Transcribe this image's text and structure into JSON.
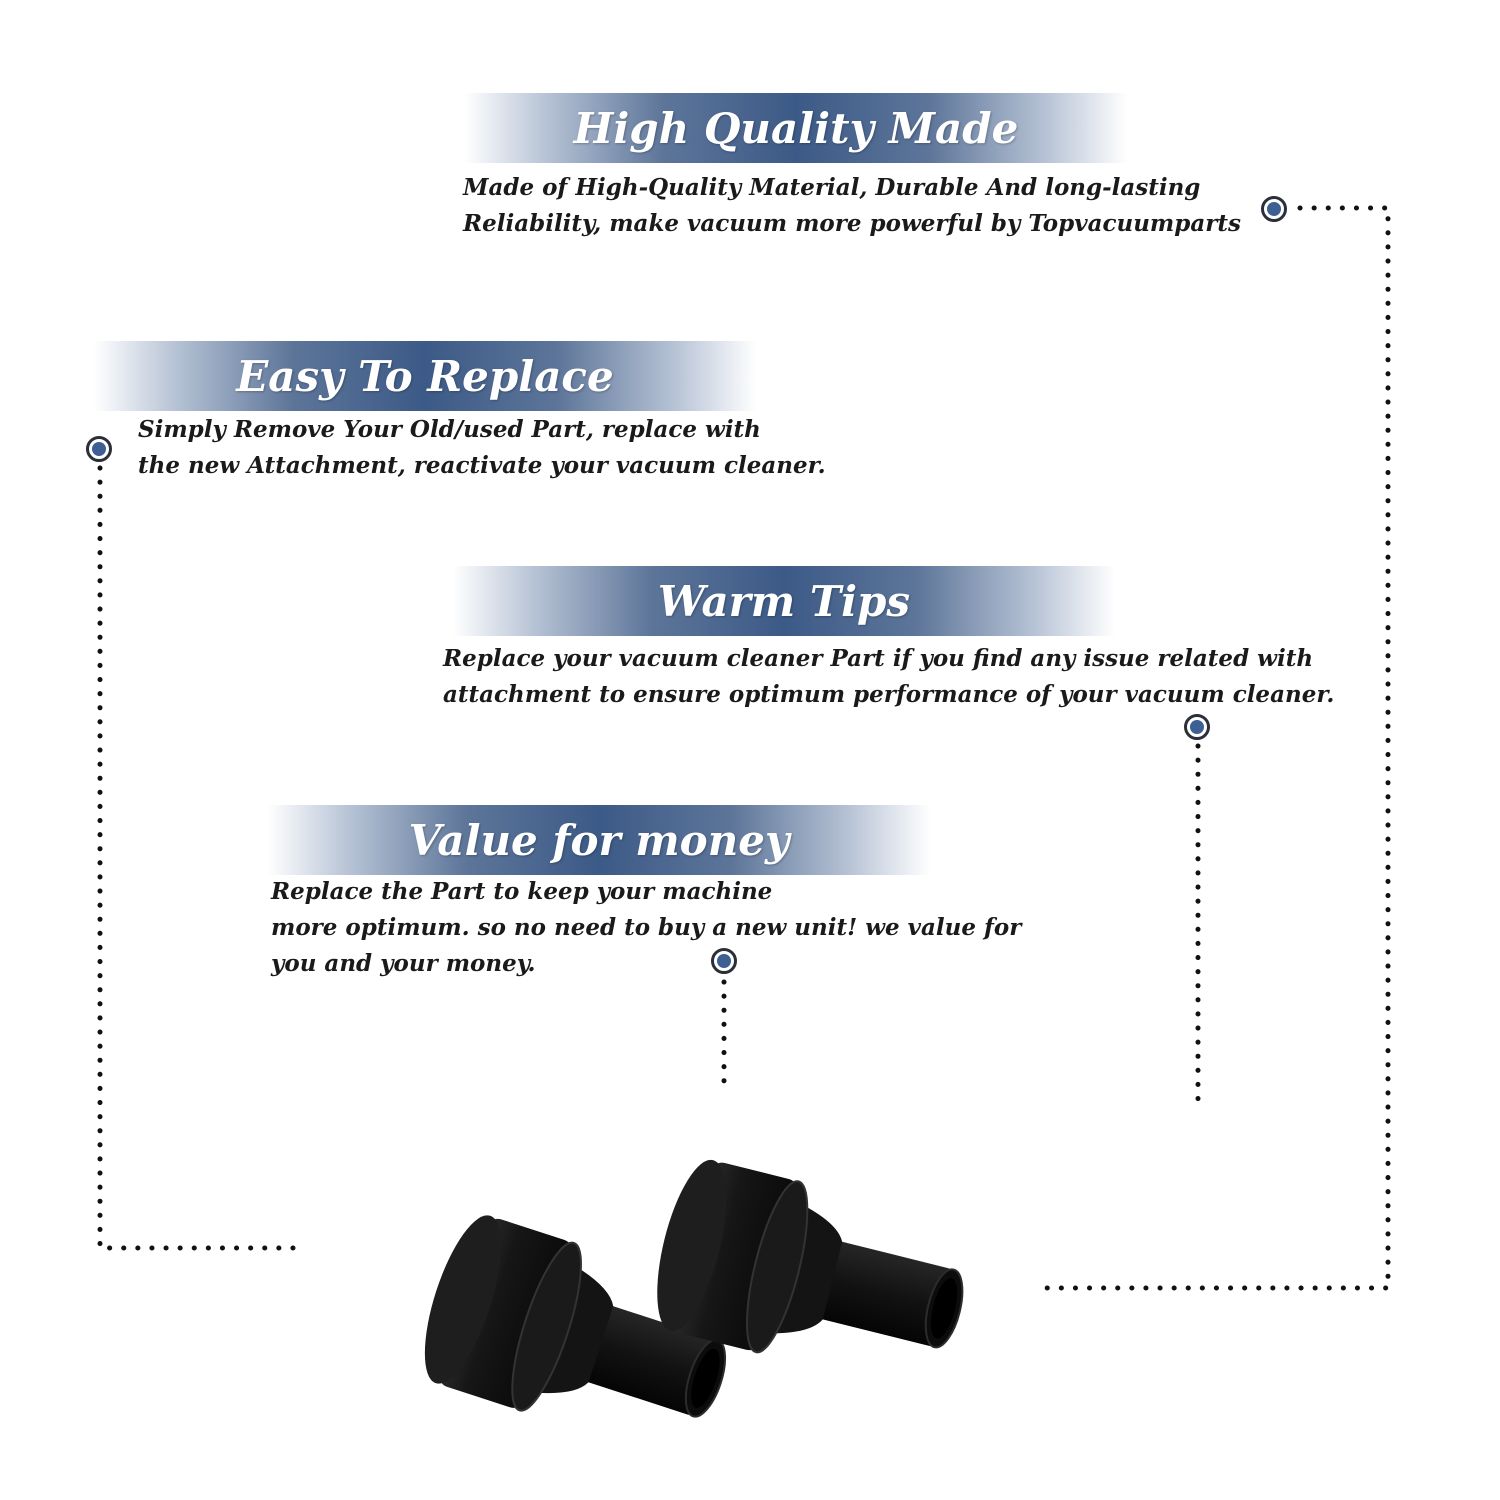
{
  "sections": {
    "quality": {
      "title": "High Quality Made",
      "lines": [
        "Made of  High-Quality Material, Durable And long-lasting",
        "Reliability, make vacuum more powerful by Topvacuumparts"
      ]
    },
    "replace": {
      "title": "Easy To Replace",
      "lines": [
        "Simply Remove Your Old/used Part, replace with",
        "the new Attachment, reactivate your vacuum cleaner."
      ]
    },
    "tips": {
      "title": "Warm Tips",
      "lines": [
        "Replace your vacuum cleaner Part if you find any issue related with",
        " attachment to ensure optimum performance of your vacuum cleaner."
      ]
    },
    "value": {
      "title": "Value for money",
      "lines": [
        "Replace the Part to keep your machine",
        "more optimum. so no need to buy a new unit! we value for",
        "you and your money."
      ]
    }
  },
  "colors": {
    "banner_blue": "#3c5a87",
    "marker_blue": "#3d5f94",
    "marker_ring": "#2b2f3a",
    "dotted_line": "#111111",
    "text": "#1a1a1a",
    "product": "#121212"
  },
  "product": {
    "name": "black-hose-adapter",
    "count": 2
  }
}
